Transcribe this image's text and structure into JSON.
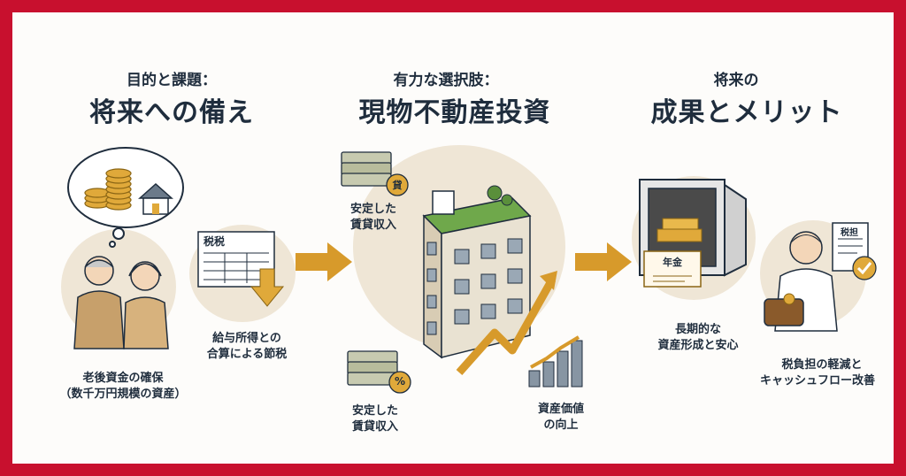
{
  "colors": {
    "frame": "#c8102e",
    "navy": "#1f2d3d",
    "beige": "#efe6d6",
    "gold": "#e0a93a",
    "green": "#6fa84b"
  },
  "columns": [
    {
      "subtitle": "目的と課題：",
      "title": "将来への備え"
    },
    {
      "subtitle": "有力な選択肢：",
      "title": "現物不動産投資"
    },
    {
      "subtitle": "将来の",
      "title": "成果とメリット"
    }
  ],
  "items": {
    "retirement": [
      "老後資金の確保",
      "（数千万円規模の資産）"
    ],
    "tax_saving": [
      "給与所得との",
      "合算による節税"
    ],
    "rent_top": [
      "安定した",
      "賃貸収入"
    ],
    "rent_bottom": [
      "安定した",
      "賃貸収入"
    ],
    "asset_value": [
      "資産価値",
      "の向上"
    ],
    "long_term": [
      "長期的な",
      "資産形成と安心"
    ],
    "cashflow": [
      "税負担の軽減と",
      "キャッシュフロー改善"
    ]
  },
  "icon_labels": {
    "tax_form": "税税",
    "loan_badge": "貸",
    "percent_badge": "%",
    "pension_cert": "年金",
    "tax_doc": "税担"
  },
  "icons": [
    "coins-icon",
    "house-icon",
    "elderly-couple-icon",
    "tax-form-icon",
    "down-arrow-icon",
    "right-arrow-icon",
    "cash-stack-icon",
    "apartment-building-icon",
    "rising-arrow-icon",
    "bar-chart-icon",
    "safe-icon",
    "certificate-icon",
    "man-icon",
    "wallet-icon",
    "checkmark-icon"
  ]
}
